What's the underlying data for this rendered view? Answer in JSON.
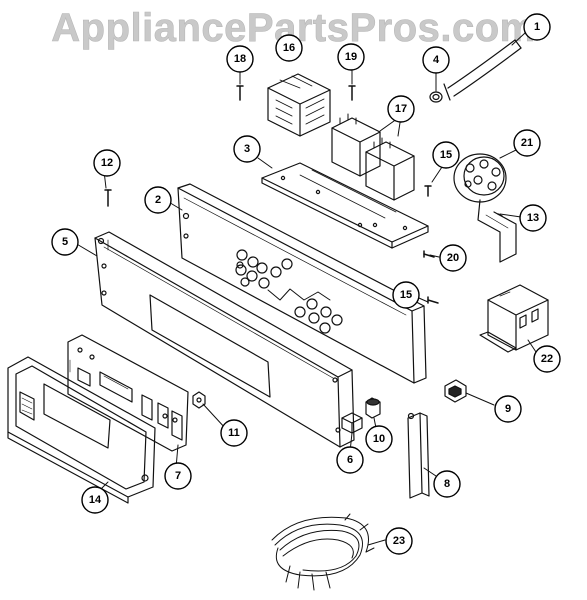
{
  "watermark": "AppliancePartsPros.com",
  "callouts": [
    {
      "id": "c1",
      "label": "1"
    },
    {
      "id": "c2",
      "label": "2"
    },
    {
      "id": "c3",
      "label": "3"
    },
    {
      "id": "c4",
      "label": "4"
    },
    {
      "id": "c5",
      "label": "5"
    },
    {
      "id": "c6",
      "label": "6"
    },
    {
      "id": "c7",
      "label": "7"
    },
    {
      "id": "c8",
      "label": "8"
    },
    {
      "id": "c9",
      "label": "9"
    },
    {
      "id": "c10",
      "label": "10"
    },
    {
      "id": "c11",
      "label": "11"
    },
    {
      "id": "c12",
      "label": "12"
    },
    {
      "id": "c13",
      "label": "13"
    },
    {
      "id": "c14",
      "label": "14"
    },
    {
      "id": "c15a",
      "label": "15"
    },
    {
      "id": "c15b",
      "label": "15"
    },
    {
      "id": "c16",
      "label": "16"
    },
    {
      "id": "c17",
      "label": "17"
    },
    {
      "id": "c18",
      "label": "18"
    },
    {
      "id": "c19",
      "label": "19"
    },
    {
      "id": "c20",
      "label": "20"
    },
    {
      "id": "c21",
      "label": "21"
    },
    {
      "id": "c22",
      "label": "22"
    },
    {
      "id": "c23",
      "label": "23"
    }
  ]
}
